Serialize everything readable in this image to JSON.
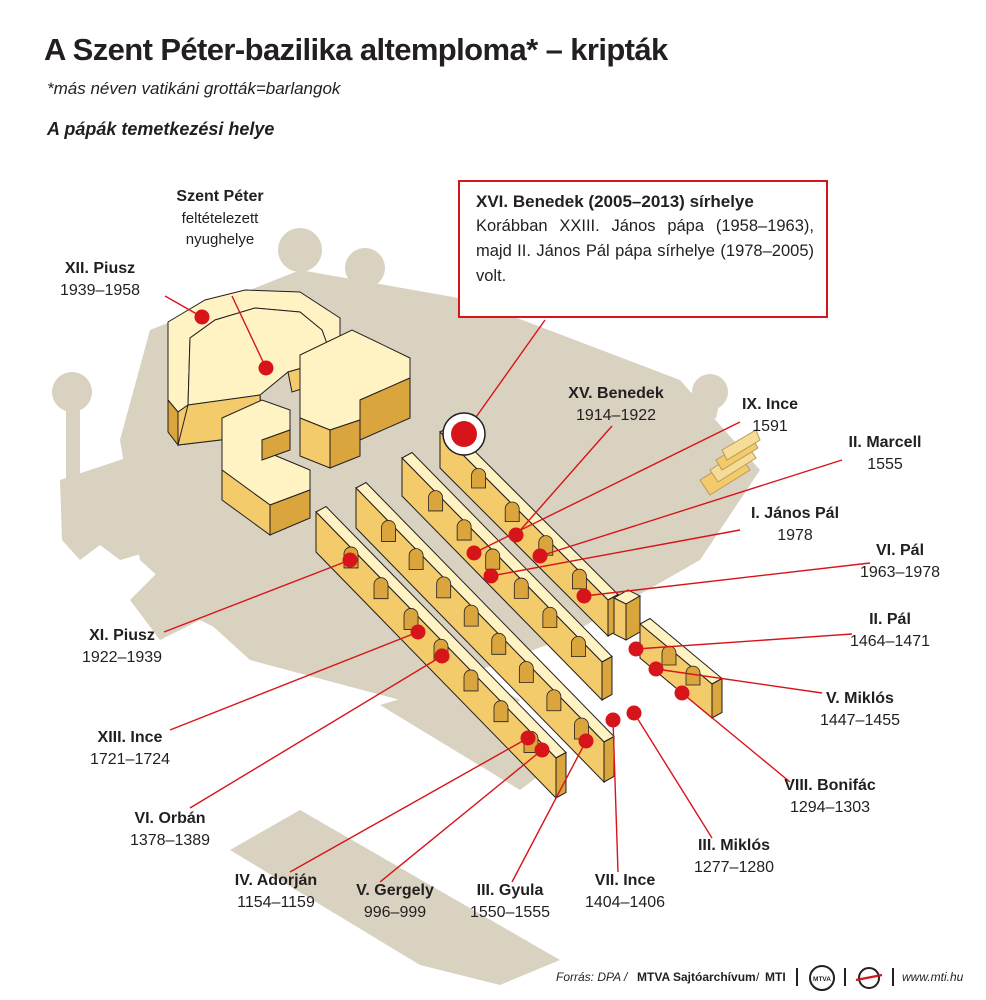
{
  "title": "A Szent Péter-bazilika altemploma* – kripták",
  "subtitle": "*más néven vatikáni grották=barlangok",
  "section_heading": "A pápák temetkezési helye",
  "info_box": {
    "title": "XVI. Benedek (2005–2013) sírhelye",
    "text": "Korábban XXIII. János pápa (1958–1963), majd II. János Pál pápa sírhelye (1978–2005) volt."
  },
  "labels": {
    "szent_peter": {
      "name": "Szent Péter",
      "desc1": "feltételezett",
      "desc2": "nyughelye"
    },
    "xii_piusz": {
      "name": "XII. Piusz",
      "years": "1939–1958"
    },
    "xv_benedek": {
      "name": "XV. Benedek",
      "years": "1914–1922"
    },
    "ix_ince": {
      "name": "IX. Ince",
      "years": "1591"
    },
    "ii_marcell": {
      "name": "II. Marcell",
      "years": "1555"
    },
    "i_janos_pal": {
      "name": "I. János Pál",
      "years": "1978"
    },
    "vi_pal": {
      "name": "VI. Pál",
      "years": "1963–1978"
    },
    "ii_pal": {
      "name": "II. Pál",
      "years": "1464–1471"
    },
    "v_miklos": {
      "name": "V. Miklós",
      "years": "1447–1455"
    },
    "viii_bonifac": {
      "name": "VIII. Bonifác",
      "years": "1294–1303"
    },
    "iii_miklos": {
      "name": "III. Miklós",
      "years": "1277–1280"
    },
    "vii_ince": {
      "name": "VII. Ince",
      "years": "1404–1406"
    },
    "iii_gyula": {
      "name": "III. Gyula",
      "years": "1550–1555"
    },
    "v_gergely": {
      "name": "V. Gergely",
      "years": "996–999"
    },
    "iv_adorjan": {
      "name": "IV. Adorján",
      "years": "1154–1159"
    },
    "vi_orban": {
      "name": "VI. Orbán",
      "years": "1378–1389"
    },
    "xiii_ince": {
      "name": "XIII. Ince",
      "years": "1721–1724"
    },
    "xi_piusz": {
      "name": "XI. Piusz",
      "years": "1922–1939"
    }
  },
  "footer": {
    "source_prefix": "Forrás: DPA /",
    "source_bold": "MTVA Sajtóarchívum",
    "source_sep": "/",
    "source_mti": "MTI",
    "mtva_logo_text": "MTVA",
    "website": "www.mti.hu"
  },
  "colors": {
    "accent_red": "#d7141a",
    "wall_top": "#fff3c4",
    "wall_front": "#f3cb6b",
    "wall_side": "#d9a53c",
    "floor": "#d9d2c1"
  }
}
